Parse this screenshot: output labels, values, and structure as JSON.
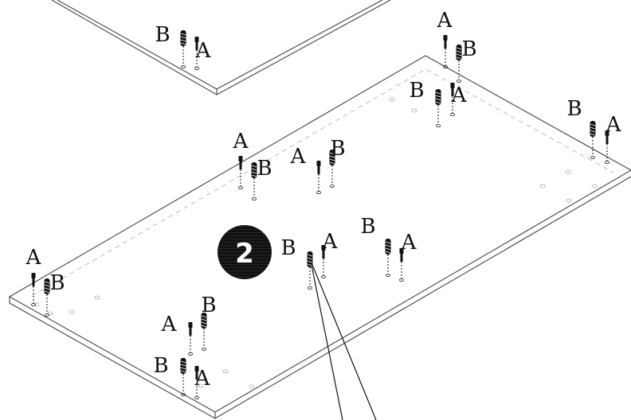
{
  "step": {
    "number": "2"
  },
  "fasteners": {
    "label_a": "A",
    "label_b": "B"
  },
  "groups": [
    {
      "id": "top-panel-pair",
      "order": [
        "B",
        "A"
      ]
    },
    {
      "id": "top-right-pair-1",
      "order": [
        "A",
        "B"
      ]
    },
    {
      "id": "top-right-pair-2",
      "order": [
        "B",
        "A"
      ]
    },
    {
      "id": "right-edge-pair",
      "order": [
        "B",
        "A"
      ]
    },
    {
      "id": "mid-left-pair",
      "order": [
        "A",
        "B"
      ]
    },
    {
      "id": "mid-center-pair",
      "order": [
        "A",
        "B"
      ]
    },
    {
      "id": "left-edge-pair",
      "order": [
        "A",
        "B"
      ]
    },
    {
      "id": "center-pair",
      "order": [
        "B",
        "A"
      ]
    },
    {
      "id": "center-right-pair",
      "order": [
        "B",
        "A"
      ]
    },
    {
      "id": "bottom-left-pair-1",
      "order": [
        "A",
        "B"
      ]
    },
    {
      "id": "bottom-left-pair-2",
      "order": [
        "B",
        "A"
      ]
    }
  ]
}
